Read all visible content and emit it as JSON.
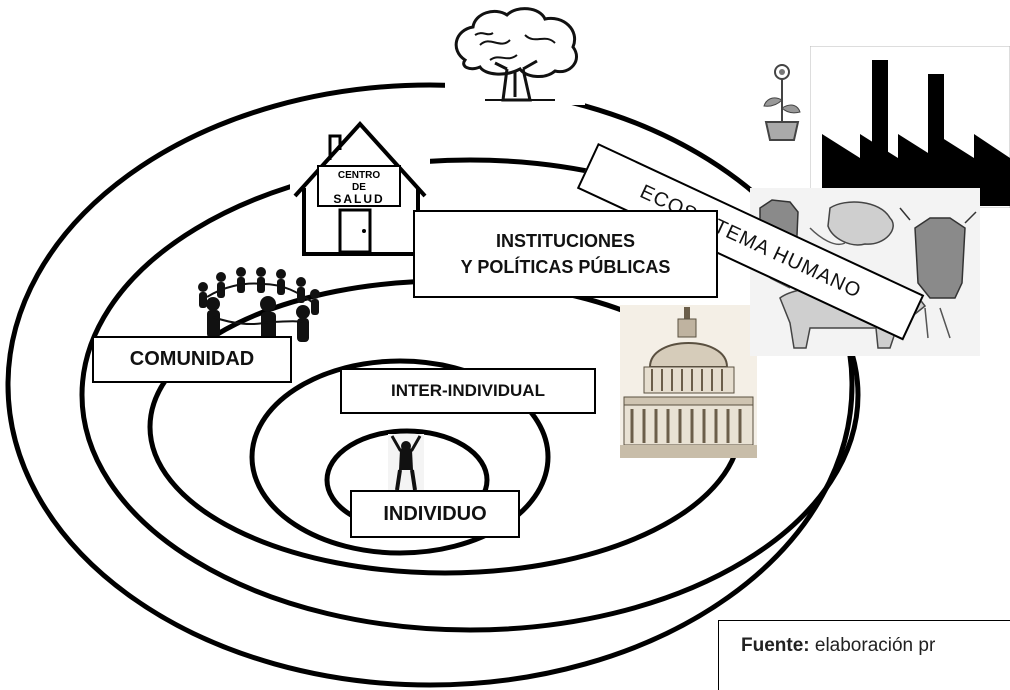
{
  "levels": {
    "ecosistema": "ECOSISTEMA HUMANO",
    "instituciones_line1": "INSTITUCIONES",
    "instituciones_line2": "Y POLÍTICAS PÚBLICAS",
    "comunidad": "COMUNIDAD",
    "inter_individual": "INTER-INDIVIDUAL",
    "individuo": "INDIVIDUO"
  },
  "house_sign": {
    "line1": "CENTRO",
    "line2": "DE",
    "line3": "SALUD"
  },
  "source": {
    "label": "Fuente:",
    "text": " elaboración pr"
  },
  "icons": [
    "tree-icon",
    "health-center-house-icon",
    "community-circle-icon",
    "capitol-icon",
    "factory-icon",
    "flower-pot-icon",
    "cattle-icon",
    "individual-person-icon"
  ]
}
